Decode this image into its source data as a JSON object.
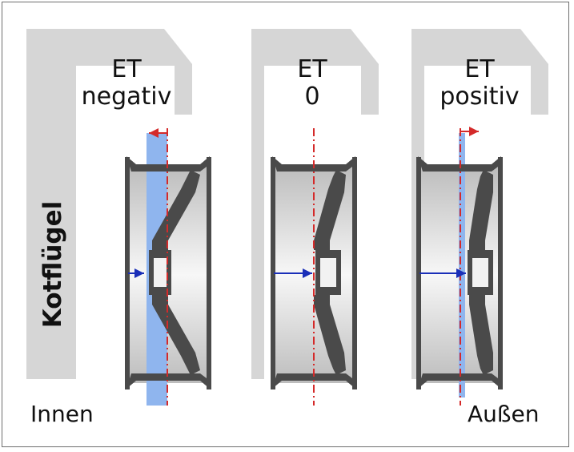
{
  "labels": {
    "fender": "Kotflügel",
    "inner": "Innen",
    "outer": "Außen"
  },
  "panels": [
    {
      "id": "negative",
      "et_line1": "ET",
      "et_line2": "negativ"
    },
    {
      "id": "zero",
      "et_line1": "ET",
      "et_line2": "0"
    },
    {
      "id": "positive",
      "et_line1": "ET",
      "et_line2": "positiv"
    }
  ],
  "colors": {
    "fender_gray": "#d6d6d6",
    "rim_dark": "#4a4a4a",
    "centerline_red": "#d42a2a",
    "arrow_blue": "#1a2fb8",
    "offset_band_blue": "#8fb5ee"
  }
}
